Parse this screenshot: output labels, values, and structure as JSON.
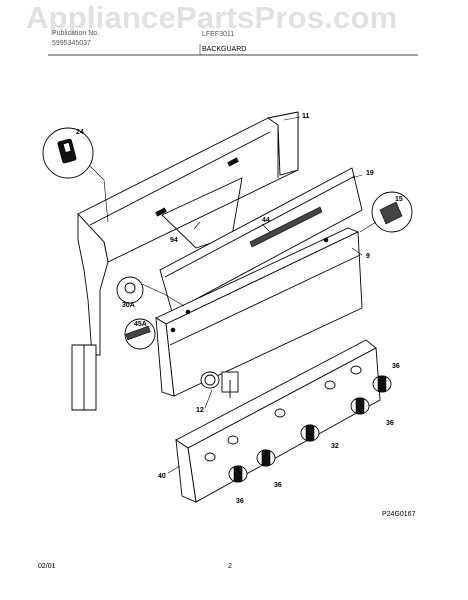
{
  "watermark": "AppliancePartsPros.com",
  "header": {
    "brand": "Publication No.",
    "pub_no": "5995345037",
    "model": "LFEF3011",
    "section": "BACKGUARD"
  },
  "callouts": [
    "11",
    "24",
    "19",
    "15",
    "94",
    "44",
    "9",
    "30A",
    "45A",
    "12",
    "36",
    "36",
    "32",
    "40",
    "36",
    "36",
    "36"
  ],
  "figure_id": "P24G0167",
  "footer": {
    "date": "02/01",
    "page": "2"
  }
}
